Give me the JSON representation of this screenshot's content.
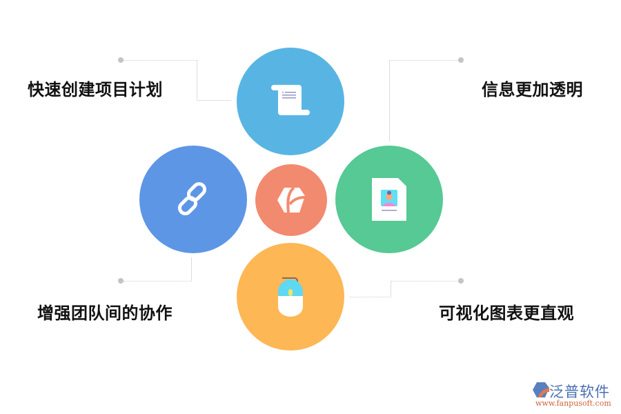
{
  "diagram": {
    "center": {
      "name": "brand-logo",
      "color": "#f28a70"
    },
    "nodes": [
      {
        "id": "top",
        "label": "快速创建项目计划",
        "icon": "scroll-document-icon",
        "color": "#58b5e3"
      },
      {
        "id": "left",
        "label": "增强团队间的协作",
        "icon": "chain-link-icon",
        "color": "#5e96e6"
      },
      {
        "id": "right",
        "label": "信息更加透明",
        "icon": "profile-document-icon",
        "color": "#56c994"
      },
      {
        "id": "bottom",
        "label": "可视化图表更直观",
        "icon": "computer-mouse-icon",
        "color": "#fdb755"
      }
    ]
  },
  "watermark": {
    "name": "泛普软件",
    "url": "www.fanpusoft.com"
  }
}
